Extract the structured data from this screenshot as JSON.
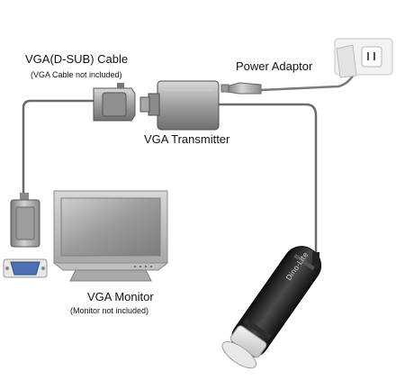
{
  "labels": {
    "vga_cable": "VGA(D-SUB) Cable",
    "vga_cable_note": "(VGA Cable not included)",
    "power_adaptor": "Power Adaptor",
    "vga_transmitter": "VGA Transmitter",
    "vga_monitor": "VGA Monitor",
    "monitor_note": "(Monitor not included)",
    "microscope_brand": "Dino-Lite"
  },
  "colors": {
    "cable": "#666666",
    "metal": "#9a9a9a",
    "monitor_screen": "#9c9c9c",
    "monitor_frame": "#b8b8b8",
    "microscope_body": "#1f1f1f",
    "port_blue": "#4b6fb0"
  }
}
